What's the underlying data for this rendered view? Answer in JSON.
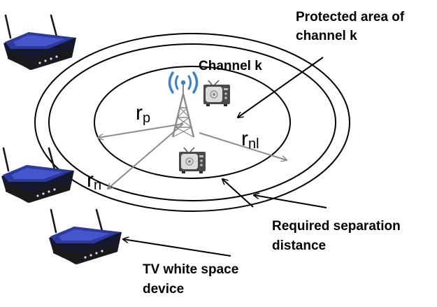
{
  "labels": {
    "protected_area_line1": "Protected area of",
    "protected_area_line2": "channel k",
    "channel": "Channel k",
    "separation_line1": "Required separation",
    "separation_line2": "distance",
    "device_line1": "TV white space",
    "device_line2": "device"
  },
  "radii": {
    "rp_main": "r",
    "rp_sub": "p",
    "rn_main": "r",
    "rn_sub": "n",
    "rnl_main": "r",
    "rnl_sub": "nl"
  },
  "icons": {
    "router": "wireless-router-icon",
    "tower": "broadcast-tower-icon",
    "tv": "television-icon"
  },
  "colors": {
    "ring": "#000000",
    "radius_arrow": "#8c8c8c",
    "tower_waves": "#3a7fd0",
    "tower_body": "#8a8a8a",
    "router_body": "#2b3a9c",
    "router_side": "#1a1a1a"
  }
}
